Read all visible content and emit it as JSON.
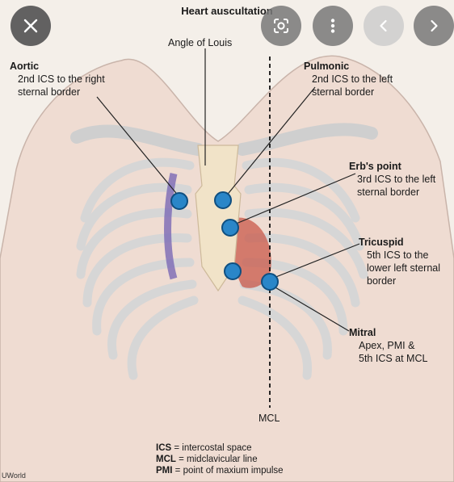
{
  "viewer": {
    "buttons": [
      {
        "icon": "close-icon"
      },
      {
        "icon": "lens-icon"
      },
      {
        "icon": "more-vert-icon"
      },
      {
        "icon": "chevron-left-icon"
      },
      {
        "icon": "chevron-right-icon"
      }
    ]
  },
  "diagram": {
    "title": "Heart auscultation",
    "angle_label": "Angle of Louis",
    "aortic": {
      "name": "Aortic",
      "line1": "2nd ICS to the right",
      "line2": "sternal border"
    },
    "pulmonic": {
      "name": "Pulmonic",
      "line1": "2nd ICS to the left",
      "line2": "sternal border"
    },
    "erbs": {
      "name": "Erb's point",
      "line1": "3rd ICS to the left",
      "line2": "sternal border"
    },
    "tricuspid": {
      "name": "Tricuspid",
      "line1": "5th ICS to the",
      "line2": "lower left sternal",
      "line3": "border"
    },
    "mitral": {
      "name": "Mitral",
      "line1": "Apex, PMI &",
      "line2": "5th ICS at MCL"
    },
    "mcl_label": "MCL",
    "legend": [
      {
        "abbr": "ICS",
        "text": "= intercostal space"
      },
      {
        "abbr": "MCL",
        "text": "= midclavicular line"
      },
      {
        "abbr": "PMI",
        "text": "= point of maxium impulse"
      }
    ],
    "credit": "UWorld",
    "colors": {
      "marker": "#2a86c8",
      "marker_stroke": "#0f4f80",
      "skin": "#efdcd2",
      "bone": "#e8e8e8"
    }
  }
}
